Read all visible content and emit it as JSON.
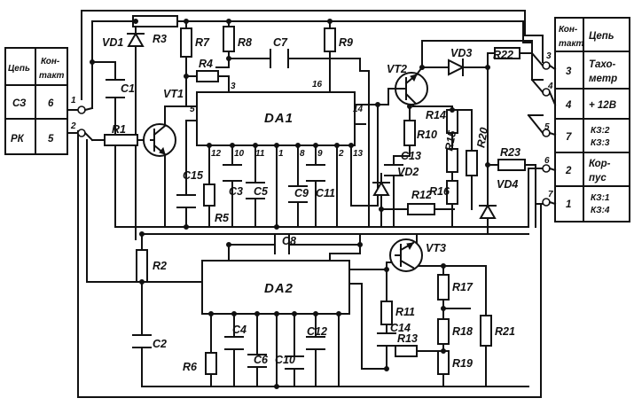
{
  "components": {
    "ics": {
      "da1": "DA1",
      "da2": "DA2"
    },
    "transistors": {
      "vt1": "VT1",
      "vt2": "VT2",
      "vt3": "VT3"
    },
    "diodes": {
      "vd1": "VD1",
      "vd2": "VD2",
      "vd3": "VD3",
      "vd4": "VD4"
    },
    "resistors": {
      "r1": "R1",
      "r2": "R2",
      "r3": "R3",
      "r4": "R4",
      "r5": "R5",
      "r6": "R6",
      "r7": "R7",
      "r8": "R8",
      "r9": "R9",
      "r10": "R10",
      "r11": "R11",
      "r12": "R12",
      "r13": "R13",
      "r14": "R14",
      "r15": "R15",
      "r16": "R16",
      "r17": "R17",
      "r18": "R18",
      "r19": "R19",
      "r20": "R20",
      "r21": "R21",
      "r22": "R22",
      "r23": "R23"
    },
    "capacitors": {
      "c1": "C1",
      "c2": "C2",
      "c3": "C3",
      "c4": "C4",
      "c5": "C5",
      "c6": "C6",
      "c7": "C7",
      "c8": "C8",
      "c9": "C9",
      "c10": "C10",
      "c11": "C11",
      "c12": "C12",
      "c13": "C13",
      "c14": "C14",
      "c15": "C15"
    }
  },
  "pins": {
    "da1": {
      "p3": "3",
      "p5": "5",
      "p16": "16",
      "p14": "14",
      "p12": "12",
      "p10": "10",
      "p11": "11",
      "p1": "1",
      "p8": "8",
      "p9": "9",
      "p2": "2",
      "p13": "13"
    },
    "left_terminals": {
      "t1": "1",
      "t2": "2"
    },
    "right_terminals": {
      "t3": "3",
      "t4": "4",
      "t5": "5",
      "t6": "6",
      "t7": "7"
    }
  },
  "left_table": {
    "header": {
      "col1": "Цепь",
      "col2_line1": "Кон-",
      "col2_line2": "такт"
    },
    "rows": [
      {
        "net": "СЗ",
        "contact": "6"
      },
      {
        "net": "РК",
        "contact": "5"
      }
    ]
  },
  "right_table": {
    "header": {
      "col1_line1": "Кон-",
      "col1_line2": "такт",
      "col2": "Цепь"
    },
    "rows": [
      {
        "contact": "3",
        "net_line1": "Тахо-",
        "net_line2": "метр"
      },
      {
        "contact": "4",
        "net_line1": "+ 12В",
        "net_line2": ""
      },
      {
        "contact": "7",
        "net_line1": "КЗ:2",
        "net_line2": "КЗ:3"
      },
      {
        "contact": "2",
        "net_line1": "Кор-",
        "net_line2": "пус"
      },
      {
        "contact": "1",
        "net_line1": "КЗ:1",
        "net_line2": "КЗ:4"
      }
    ]
  }
}
